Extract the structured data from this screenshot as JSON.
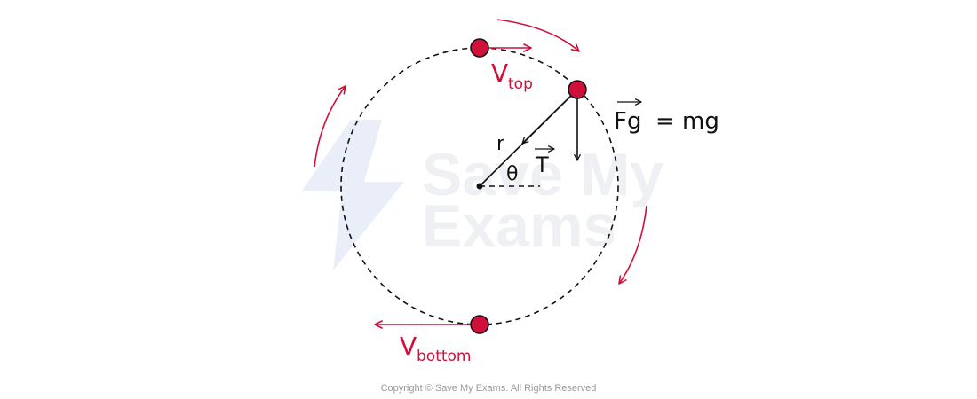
{
  "diagram": {
    "labels": {
      "v_top_main": "V",
      "v_top_sub": "top",
      "v_bottom_main": "V",
      "v_bottom_sub": "bottom",
      "r": "r",
      "theta": "θ",
      "tension": "T",
      "force_main": "Fg",
      "force_rhs": "= mg"
    },
    "watermark": {
      "line1": "Save My",
      "line2": "Exams"
    },
    "colors": {
      "accent": "#d0103a",
      "ink": "#111111",
      "watermark": "#eef0f3",
      "watermark_icon": "#e9eef8",
      "copyright": "#9a9a9a"
    }
  },
  "footer": {
    "copyright": "Copyright © Save My Exams. All Rights Reserved"
  }
}
